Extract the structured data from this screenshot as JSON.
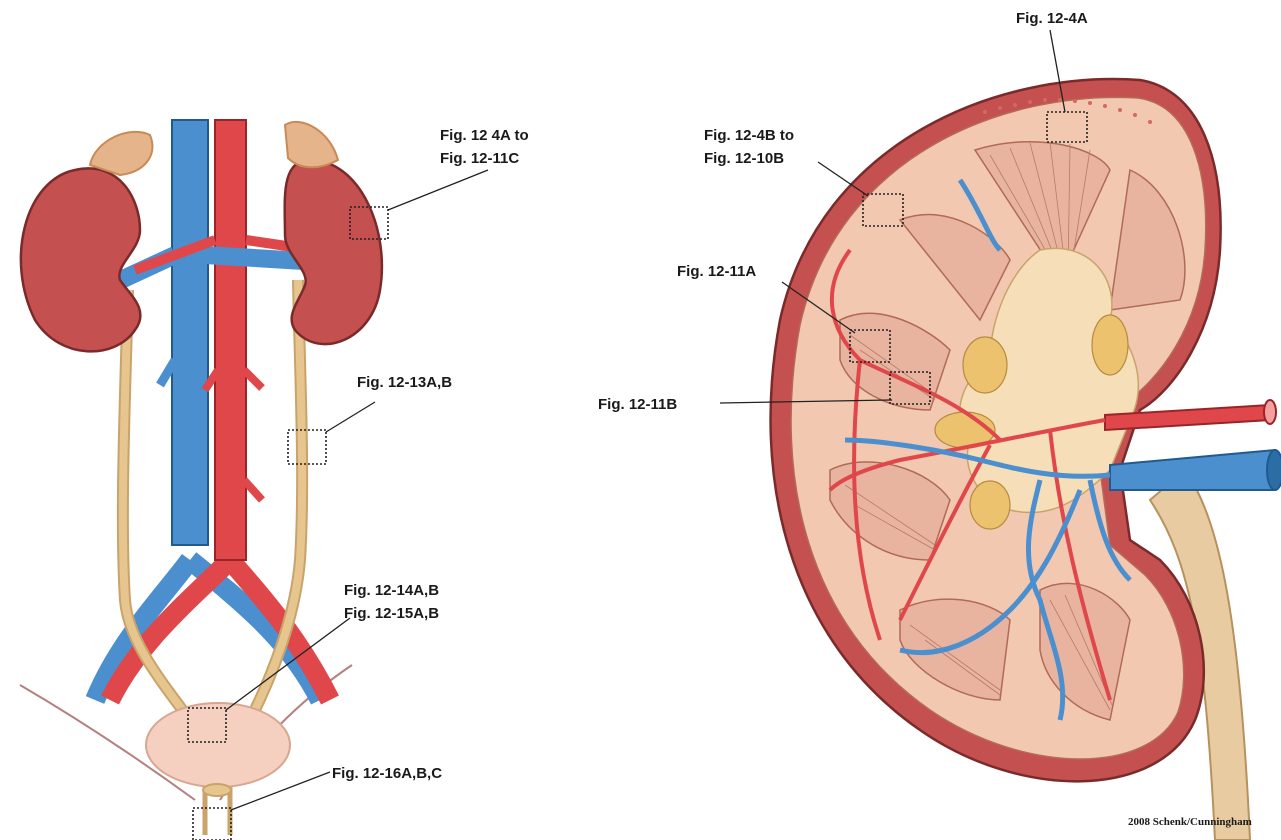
{
  "labels": {
    "fig_12_4a_to": "Fig. 12 4A to",
    "fig_12_11c": "Fig. 12-11C",
    "fig_12_13ab": "Fig. 12-13A,B",
    "fig_12_14ab": "Fig. 12-14A,B",
    "fig_12_15ab": "Fig. 12-15A,B",
    "fig_12_16abc": "Fig. 12-16A,B,C",
    "fig_12_4a": "Fig. 12-4A",
    "fig_12_4b_to": "Fig. 12-4B to",
    "fig_12_10b": "Fig. 12-10B",
    "fig_12_11a": "Fig. 12-11A",
    "fig_12_11b": "Fig. 12-11B"
  },
  "credit": "2008 Schenk/Cunningham",
  "colors": {
    "kidney": "#c4504f",
    "kidney_outline": "#7a2a2a",
    "adrenal": "#e5b48a",
    "vein": "#4b8fcf",
    "artery": "#e0474b",
    "ureter": "#e6c58f",
    "bladder": "#f5cfc0",
    "cortex": "#f2c9b0",
    "pelvis": "#f6dfb8",
    "pyramid": "#e8b4a0"
  }
}
